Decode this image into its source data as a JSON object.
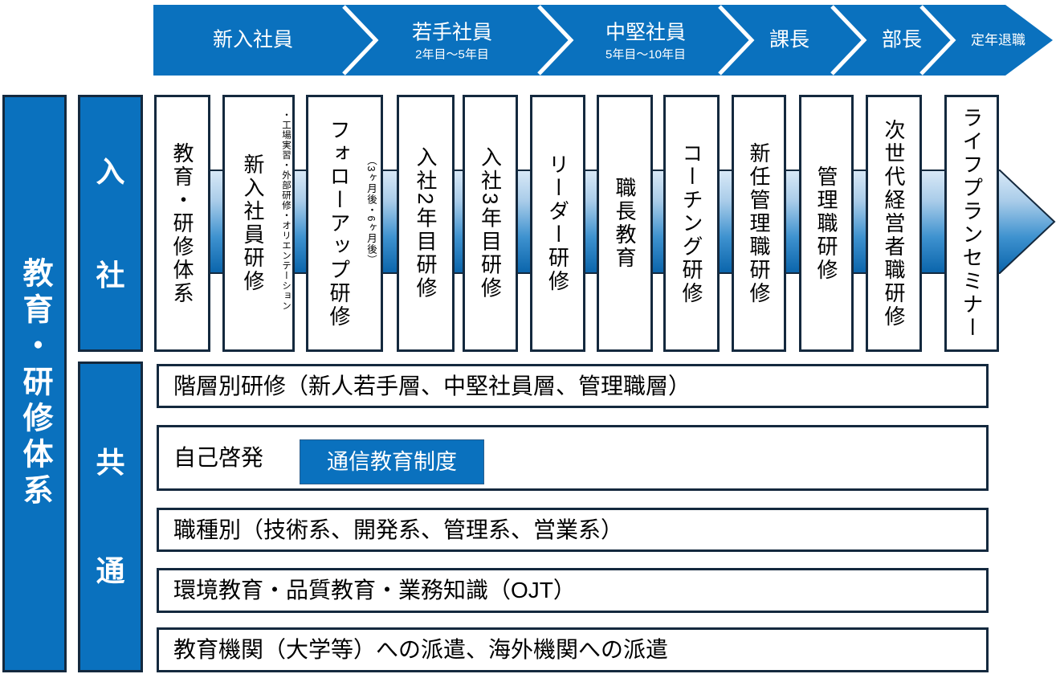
{
  "colors": {
    "blue": "#0a71be",
    "border_navy": "#14293e",
    "arrow_gradient_top": "#d9e9f7",
    "arrow_gradient_mid": "#3e92cf",
    "arrow_gradient_bottom": "#0a64ab"
  },
  "banner": {
    "stages": [
      {
        "label": "新入社員"
      },
      {
        "label": "若手社員",
        "sub": "2年目～5年目"
      },
      {
        "label": "中堅社員",
        "sub": "5年目～10年目"
      },
      {
        "label": "課長"
      },
      {
        "label": "部長"
      },
      {
        "label": "定年退職"
      }
    ]
  },
  "sidebar": {
    "title": "教育・研修体系"
  },
  "groups": {
    "nyusha": {
      "chars": [
        "入",
        "社"
      ]
    },
    "kyotsu": {
      "chars": [
        "共",
        "通"
      ]
    }
  },
  "courses": [
    {
      "title": "教育・研修体系"
    },
    {
      "title": "新入社員研修",
      "note": "・工場実習・外部研修・オリエンテーション"
    },
    {
      "title": "フォローアップ研修",
      "note": "（3ヶ月後・6ヶ月後）"
    },
    {
      "title": "入社2年目研修"
    },
    {
      "title": "入社3年目研修"
    },
    {
      "title": "リーダー研修"
    },
    {
      "title": "職長教育"
    },
    {
      "title": "コーチング研修"
    },
    {
      "title": "新任管理職研修"
    },
    {
      "title": "管理職研修"
    },
    {
      "title": "次世代経営者職研修"
    },
    {
      "title": "ライフプランセミナー"
    }
  ],
  "common_rows": [
    {
      "text": "階層別研修（新人若手層、中堅社員層、管理職層）"
    },
    {
      "text": "自己啓発",
      "button": "通信教育制度"
    },
    {
      "text": "職種別（技術系、開発系、管理系、営業系）"
    },
    {
      "text": "環境教育・品質教育・業務知識（OJT）"
    },
    {
      "text": "教育機関（大学等）への派遣、海外機関への派遣"
    }
  ]
}
